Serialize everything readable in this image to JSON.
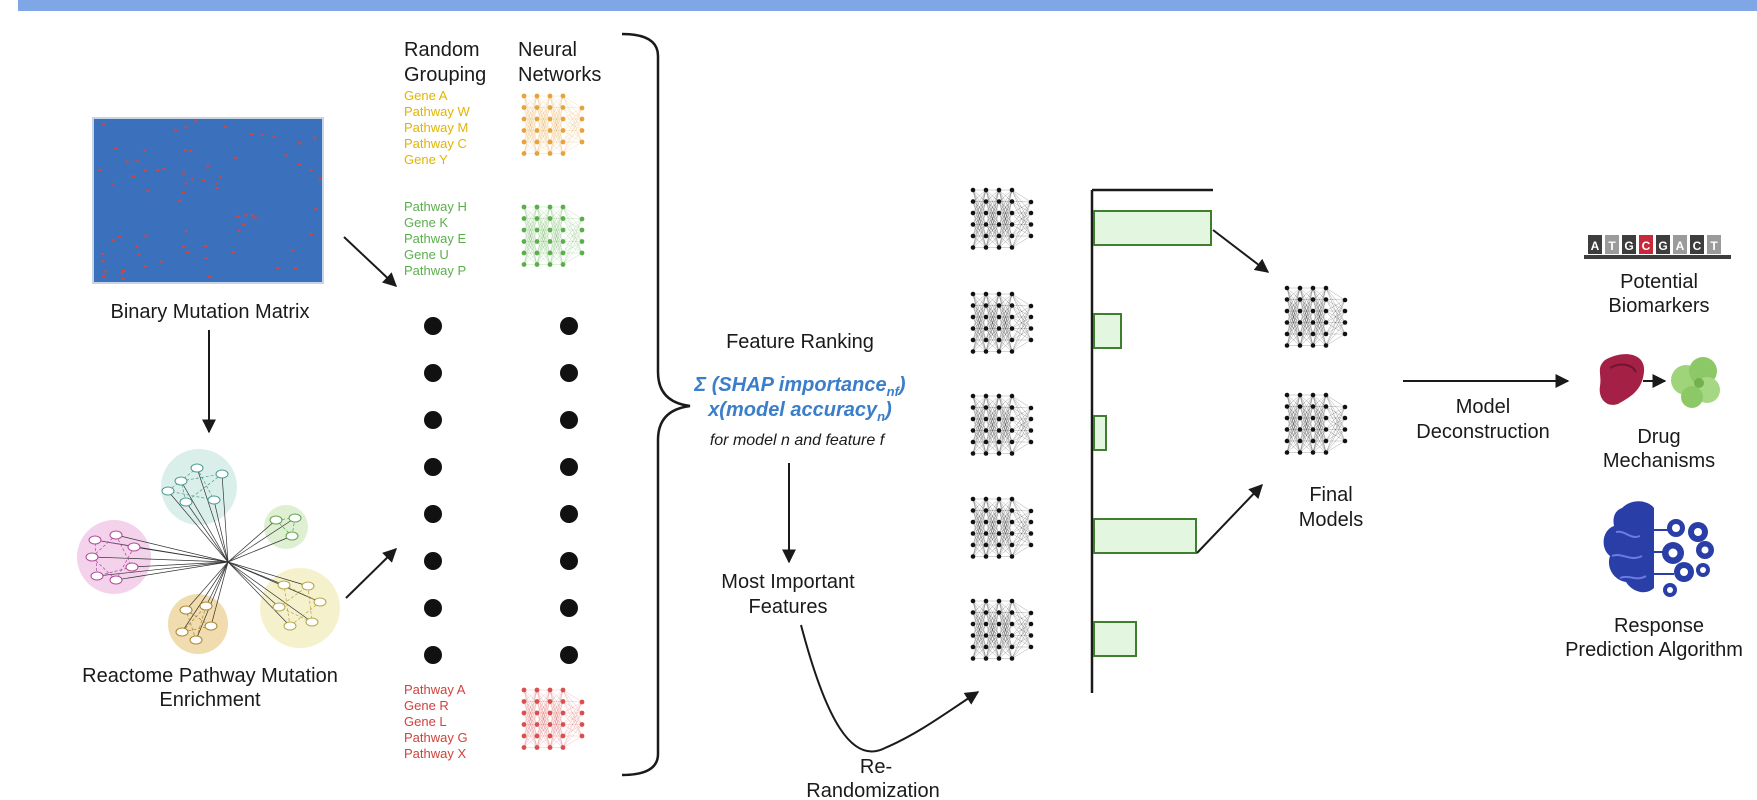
{
  "colors": {
    "banner": "#7fa7e6",
    "matrix_blue": "#3b70bd",
    "matrix_red": "#d9443a",
    "orange": "#e5a23d",
    "yellow_text": "#e2b400",
    "green": "#5cae4c",
    "red": "#d94f4f",
    "formula_blue": "#3b7ec9",
    "bar_fill": "#e3f6df",
    "bar_stroke": "#3d7f2f"
  },
  "icons": [
    "dna-sequence-icon",
    "organ-icon",
    "arrow-icon",
    "cells-icon",
    "brain-gears-icon"
  ],
  "left": {
    "matrix_label": "Binary Mutation Matrix",
    "pathway_label_1": "Reactome Pathway Mutation",
    "pathway_label_2": "Enrichment"
  },
  "columns": {
    "random_1": "Random",
    "random_2": "Grouping",
    "neural_1": "Neural",
    "neural_2": "Networks"
  },
  "groups": [
    {
      "color": "#e2b400",
      "items": [
        "Gene A",
        "Pathway W",
        "Pathway M",
        "Pathway C",
        "Gene Y"
      ]
    },
    {
      "color": "#5cae4c",
      "items": [
        "Pathway H",
        "Gene K",
        "Pathway E",
        "Gene U",
        "Pathway P"
      ]
    },
    {
      "color": "#d0423c",
      "items": [
        "Pathway A",
        "Gene R",
        "Gene L",
        "Pathway G",
        "Pathway X"
      ]
    }
  ],
  "middle": {
    "feature_ranking": "Feature Ranking",
    "formula_1": "Σ (SHAP importance",
    "formula_1_sub": "nf",
    "formula_1_end": ")",
    "formula_2": "x(model accuracy",
    "formula_2_sub": "n",
    "formula_2_end": ")",
    "formula_note": "for model n and feature f",
    "most_important_1": "Most Important",
    "most_important_2": "Features",
    "rerandom_1": "Re-",
    "rerandom_2": "Randomization"
  },
  "right": {
    "final_1": "Final",
    "final_2": "Models",
    "deconstruction_1": "Model",
    "deconstruction_2": "Deconstruction",
    "dna_letters": [
      "A",
      "T",
      "G",
      "C",
      "G",
      "A",
      "C",
      "T"
    ],
    "biomarkers_1": "Potential",
    "biomarkers_2": "Biomarkers",
    "drug_1": "Drug",
    "drug_2": "Mechanisms",
    "response_1": "Response",
    "response_2": "Prediction Algorithm"
  },
  "bar_importances": [
    0.39,
    0.09,
    0.04,
    0.34,
    0.14
  ]
}
